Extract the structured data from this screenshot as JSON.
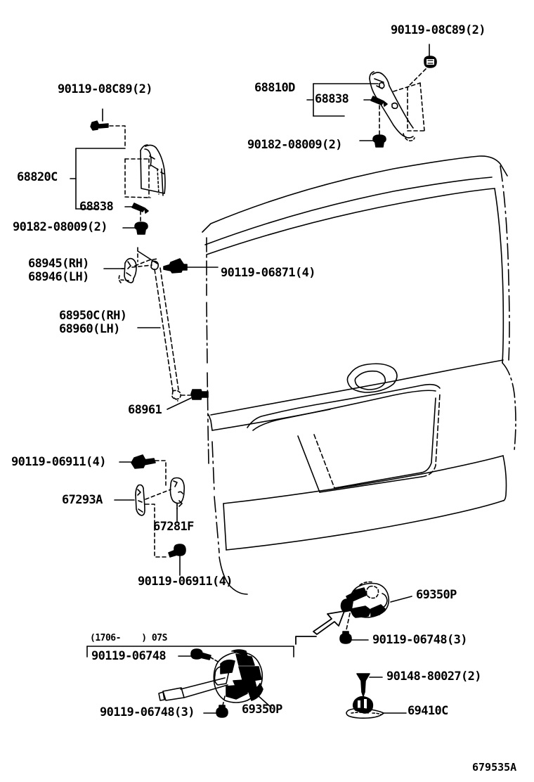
{
  "diagram": {
    "id": "679535A",
    "title": "Toyota back door panel & glass parts diagram",
    "line_color": "#000000",
    "background_color": "#ffffff"
  },
  "labels": {
    "bolt_top_left": "90119-08C89(2)",
    "hinge_left": "68820C",
    "hinge_left_seal": "68838",
    "nut_left": "90182-08009(2)",
    "bolt_top_right": "90119-08C89(2)",
    "hinge_right": "68810D",
    "hinge_right_seal": "68838",
    "nut_right": "90182-08009(2)",
    "stay_bracket_rh": "68945(RH)",
    "stay_bracket_lh": "68946(LH)",
    "bolt_stay": "90119-06871(4)",
    "stay_damper_rh": "68950C(RH)",
    "stay_damper_lh": "68960(LH)",
    "stay_clip": "68961",
    "bolt_striker_upper": "90119-06911(4)",
    "hinge_cover": "67293A",
    "striker_bracket": "67281F",
    "bolt_striker_lower": "90119-06911(4)",
    "lock_assy_upper": "69350P",
    "bolt_lock_upper": "90119-06748(3)",
    "date_range": "(1706-    ) 07S",
    "bolt_lock_inset": "90119-06748",
    "bolt_lock_inset_3": "90119-06748(3)",
    "lock_assy_inset": "69350P",
    "screw_striker": "90148-80027(2)",
    "striker_plate": "69410C"
  }
}
